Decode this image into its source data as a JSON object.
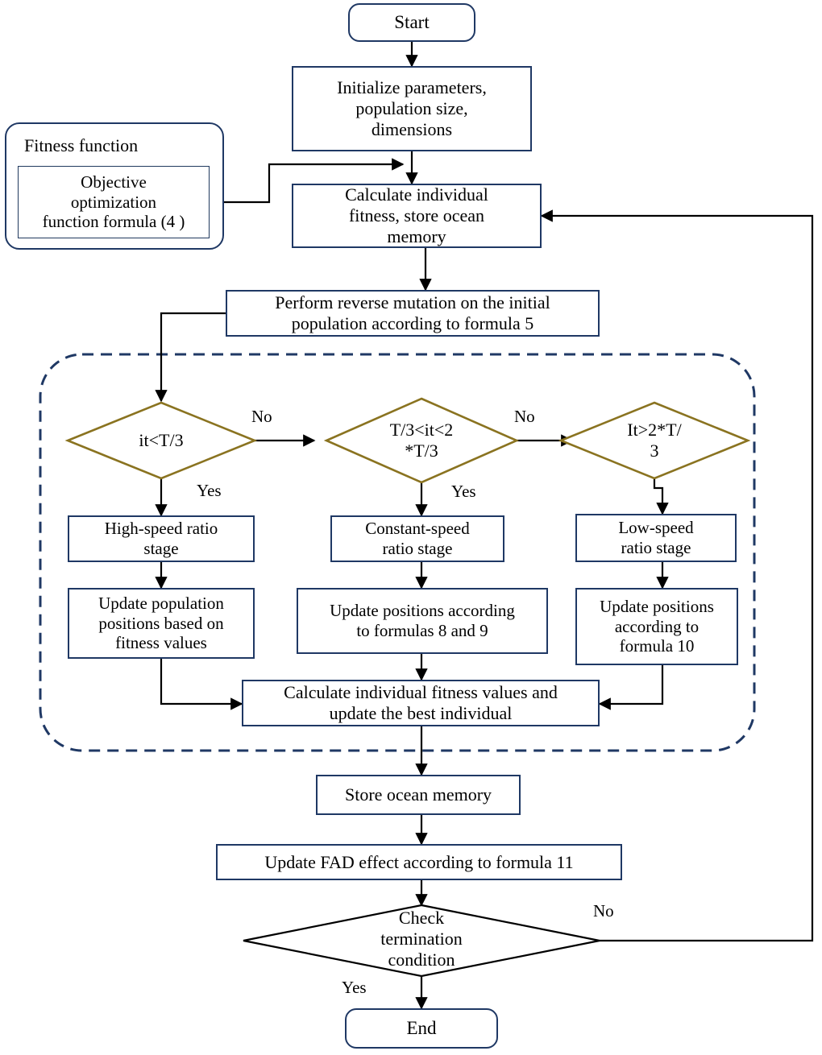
{
  "diagram": {
    "title": "Algorithm flowchart",
    "colors": {
      "box_border": "#1f3864",
      "diamond_gold": "#8a7320",
      "diamond_black": "#000000",
      "dashed_region": "#1f3864",
      "arrow": "#000000",
      "background": "#ffffff"
    },
    "nodes": {
      "start": "Start",
      "initialize": "Initialize parameters,\npopulation size,\ndimensions",
      "calculate_fitness": "Calculate individual\nfitness, store ocean\nmemory",
      "fitness_group_title": "Fitness function",
      "objective_function": "Objective\noptimization\nfunction formula (4 )",
      "reverse_mutation": "Perform reverse mutation on the initial\npopulation according to formula 5",
      "decision_1": "it<T/3",
      "decision_2": "T/3<it<2\n*T/3",
      "decision_3": "It>2*T/\n3",
      "high_speed": "High-speed ratio\nstage",
      "constant_speed": "Constant-speed\nratio stage",
      "low_speed": "Low-speed\nratio stage",
      "update_positions_fitness": "Update population\npositions based on\nfitness values",
      "update_positions_89": "Update positions according\nto formulas 8 and 9",
      "update_positions_10": "Update positions\naccording to\nformula 10",
      "calculate_update_best": "Calculate individual fitness values and\nupdate the best individual",
      "store_ocean_memory": "Store ocean memory",
      "update_fad": "Update FAD effect according to formula 11",
      "check_termination": "Check\ntermination\ncondition",
      "end": "End"
    },
    "edge_labels": {
      "no_1": "No",
      "no_2": "No",
      "yes_1": "Yes",
      "yes_2": "Yes",
      "no_terminate": "No",
      "yes_terminate": "Yes"
    }
  }
}
